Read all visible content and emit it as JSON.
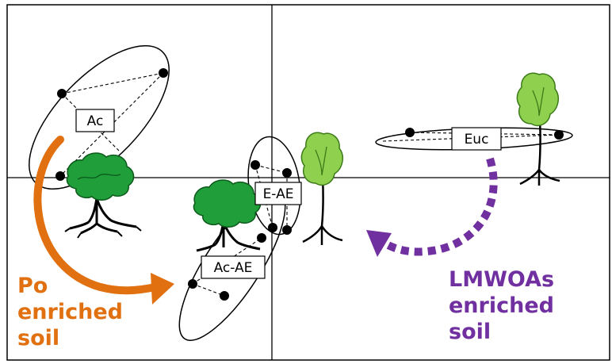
{
  "groups": {
    "ac": "Ac",
    "e_ae": "E-AE",
    "euc": "Euc",
    "ac_ae": "Ac-AE"
  },
  "annotations": {
    "po": {
      "lines": [
        "Po",
        "enriched",
        "soil"
      ],
      "color": "#e07010"
    },
    "lmwoas": {
      "lines": [
        "LMWOAs",
        "enriched",
        "soil"
      ],
      "color": "#7030a0"
    }
  },
  "icons": [
    "broadleaf-tree-icon",
    "eucalyptus-tree-icon"
  ],
  "colors": {
    "tree_dark": "#1f9e3a",
    "tree_light": "#8fd14f"
  }
}
